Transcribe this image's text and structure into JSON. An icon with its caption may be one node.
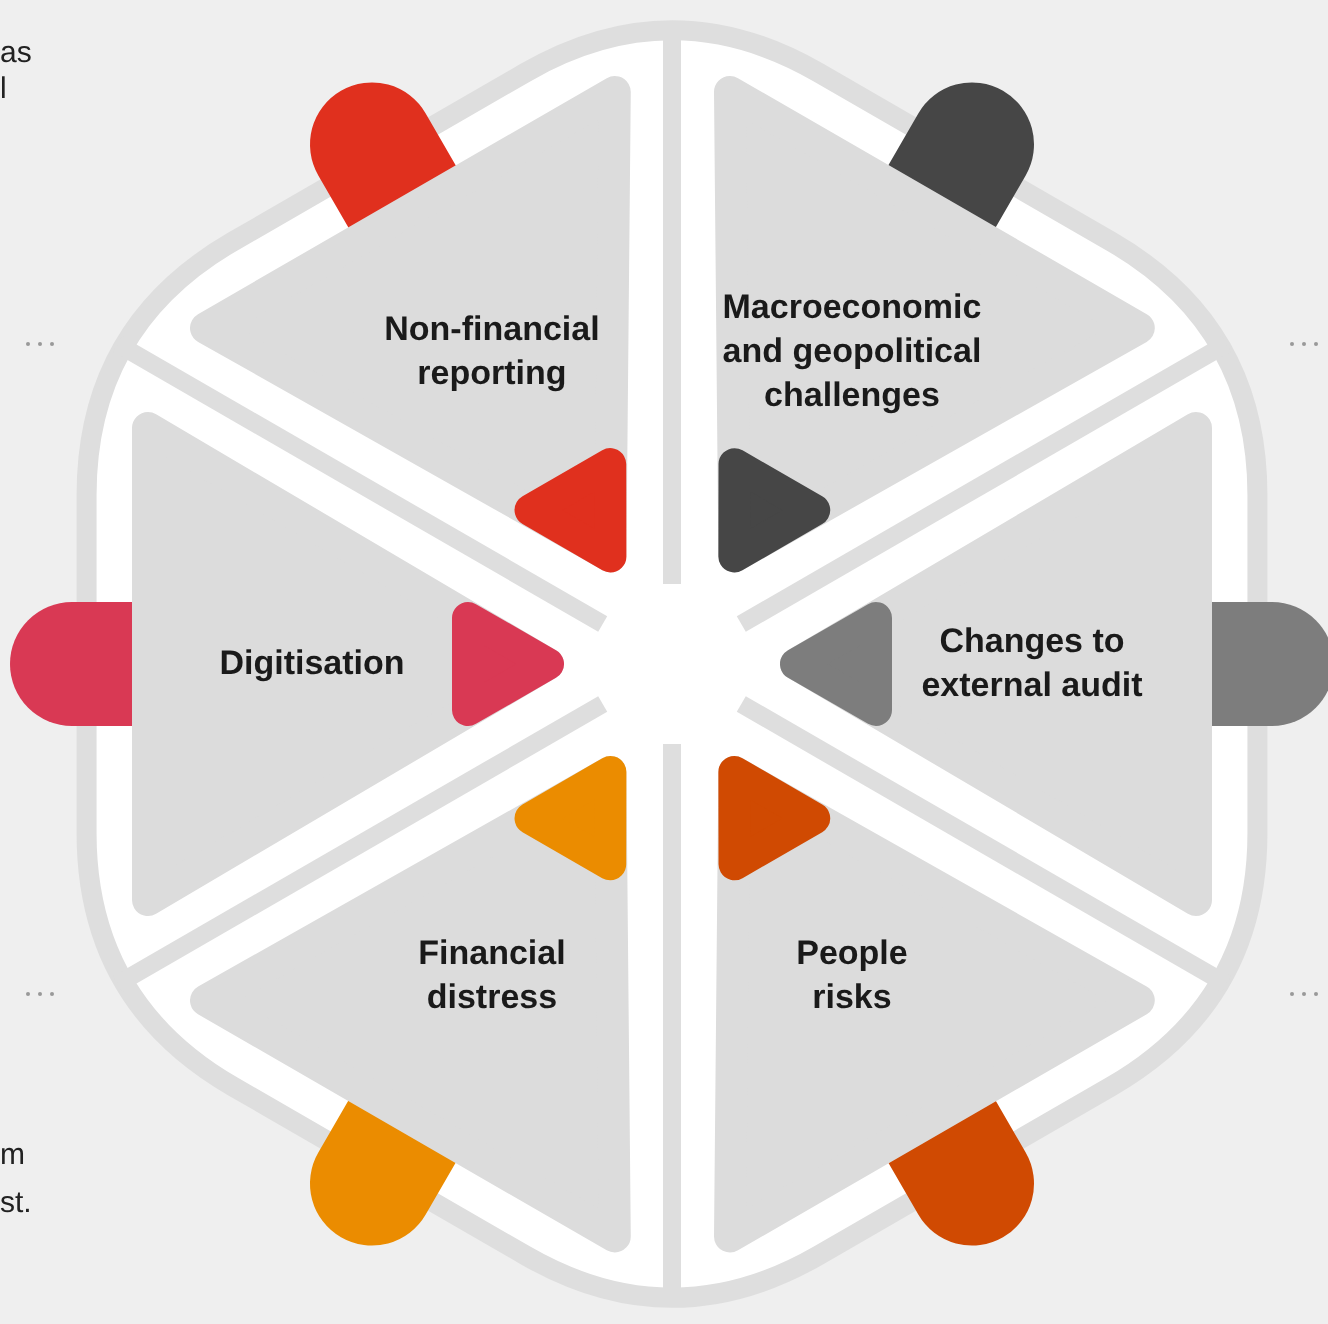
{
  "diagram": {
    "nodes": [
      {
        "text": [
          "Non-financial reporting"
        ]
      },
      {
        "text": [
          "Macroeconomic and geopolitical challenges"
        ]
      },
      {
        "text": [
          "Digitisation"
        ]
      },
      {
        "text": [
          "Changes to external audit"
        ]
      },
      {
        "text": [
          "Financial distress"
        ]
      },
      {
        "text": [
          "People risks"
        ]
      }
    ],
    "labels": [
      "as",
      "l",
      "m",
      "st."
    ]
  }
}
